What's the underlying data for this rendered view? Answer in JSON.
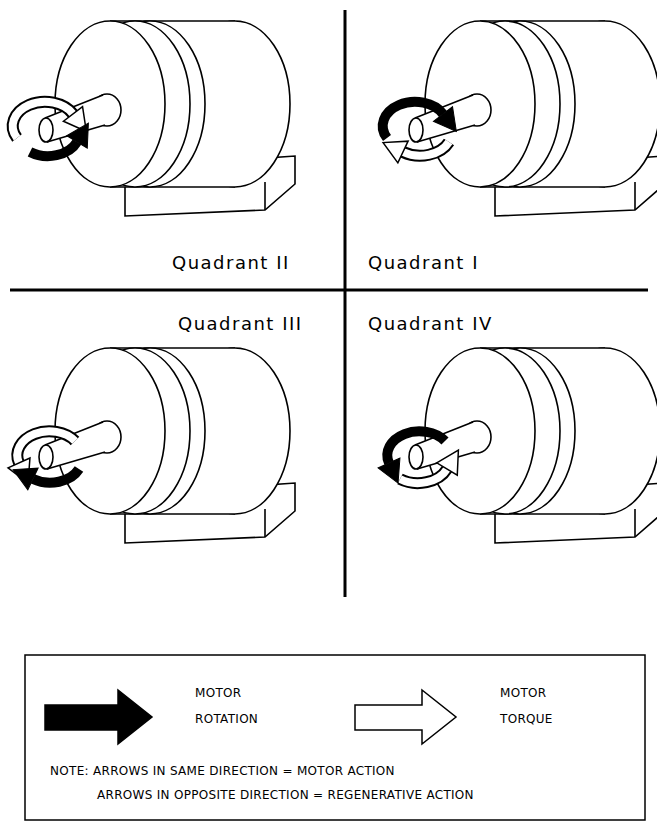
{
  "diagram": {
    "labels": [
      "Quadrant II",
      "Quadrant I",
      "Quadrant III",
      "Quadrant IV",
      "NOTE: ARROWS IN SAME DIRECTION = MOTOR ACTION",
      "ARROWS IN OPPOSITE DIRECTION = REGENERATIVE ACTION"
    ],
    "legend": [
      {
        "text": "MOTOR ROTATION"
      },
      {
        "text": "MOTOR TORQUE"
      }
    ]
  }
}
